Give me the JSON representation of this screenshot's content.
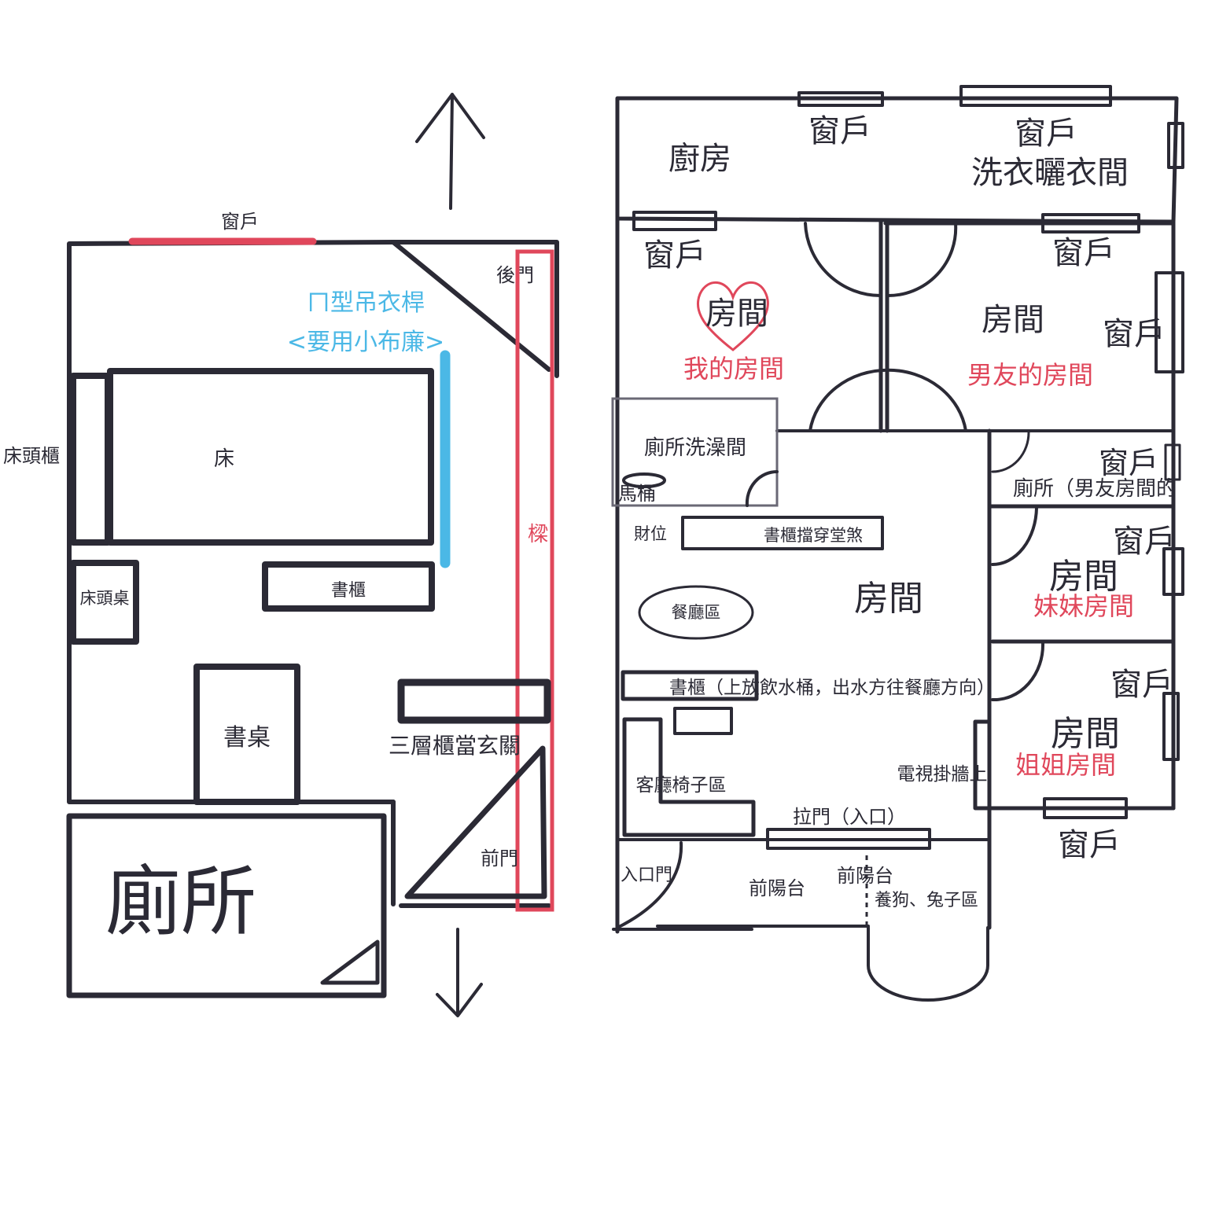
{
  "left_plan": {
    "window": "窗戶",
    "back_door": "後門",
    "rod": "ㄇ型吊衣桿",
    "rod_note": "<要用小布廉>",
    "headboard_cabinet": "床頭櫃",
    "bed": "床",
    "nightstand": "床頭桌",
    "bookshelf": "書櫃",
    "beam": "樑",
    "desk": "書桌",
    "entry_cabinet": "三層櫃當玄關",
    "front_door": "前門",
    "toilet": "廁所"
  },
  "right_plan": {
    "kitchen": "廚房",
    "window_top_1": "窗戶",
    "window_top_2": "窗戶",
    "laundry": "洗衣曬衣間",
    "my_room_window": "窗戶",
    "my_room": "房間",
    "my_room_note": "我的房間",
    "bf_room_window": "窗戶",
    "bf_room": "房間",
    "bf_room_window_side": "窗戶",
    "bf_room_note": "男友的房間",
    "bathroom": "廁所洗澡間",
    "toilet_bowl": "馬桶",
    "bf_toilet_window": "窗戶",
    "bf_toilet": "廁所（男友房間的",
    "wealth_spot": "財位",
    "bookshelf_shield": "書櫃擋穿堂煞",
    "living": "房間",
    "sister_window": "窗戶",
    "sister_room": "房間",
    "sister_note": "妹妹房間",
    "dining": "餐廳區",
    "bookshelf_water": "書櫃（上放飲水桶，出水方往餐廳方向）",
    "elder_window": "窗戶",
    "elder_room": "房間",
    "elder_note": "姐姐房間",
    "sofa": "客廳椅子區",
    "tv": "電視掛牆上",
    "sliding_door": "拉門（入口）",
    "bottom_window": "窗戶",
    "entry_door": "入口門",
    "balcony_1": "前陽台",
    "balcony_2": "前陽台",
    "pet_area": "養狗、兔子區"
  },
  "colors": {
    "ink": "#2b2a35",
    "accent_red": "#e0475b",
    "accent_blue": "#4bb8e6"
  }
}
